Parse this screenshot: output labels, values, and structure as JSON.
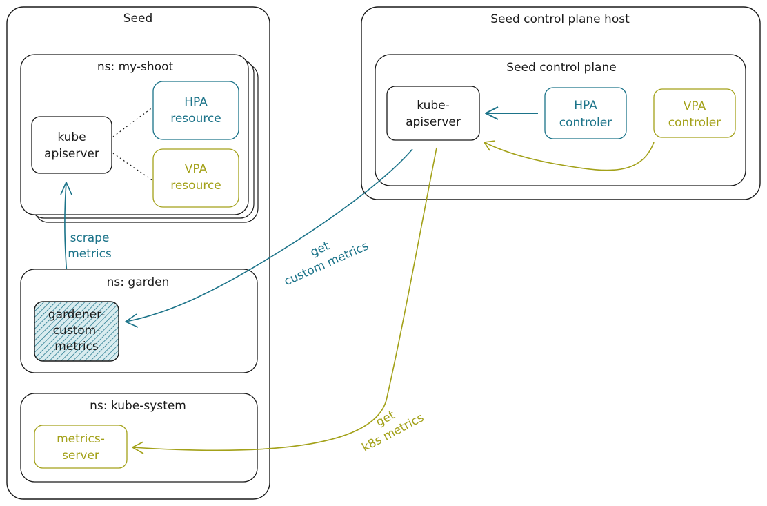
{
  "colors": {
    "teal": "#1b7389",
    "olive": "#a3a119",
    "dark": "#1a1a1a",
    "stripe": "#a8cfd6"
  },
  "seed": {
    "title": "Seed",
    "ns_my_shoot": {
      "title": "ns: my-shoot",
      "kube_apiserver": [
        "kube",
        "apiserver"
      ],
      "hpa_resource": [
        "HPA",
        "resource"
      ],
      "vpa_resource": [
        "VPA",
        "resource"
      ]
    },
    "scrape_metrics": [
      "scrape",
      "metrics"
    ],
    "ns_garden": {
      "title": "ns: garden",
      "gardener_custom_metrics": [
        "gardener-",
        "custom-",
        "metrics"
      ]
    },
    "ns_kube_system": {
      "title": "ns: kube-system",
      "metrics_server": [
        "metrics-",
        "server"
      ]
    }
  },
  "control_plane_host": {
    "title": "Seed control plane host",
    "control_plane": {
      "title": "Seed control plane",
      "kube_apiserver": [
        "kube-",
        "apiserver"
      ],
      "hpa_controler": [
        "HPA",
        "controler"
      ],
      "vpa_controler": [
        "VPA",
        "controler"
      ]
    }
  },
  "edges": {
    "get_custom_metrics": [
      "get",
      "custom metrics"
    ],
    "get_k8s_metrics": [
      "get",
      "k8s metrics"
    ]
  }
}
